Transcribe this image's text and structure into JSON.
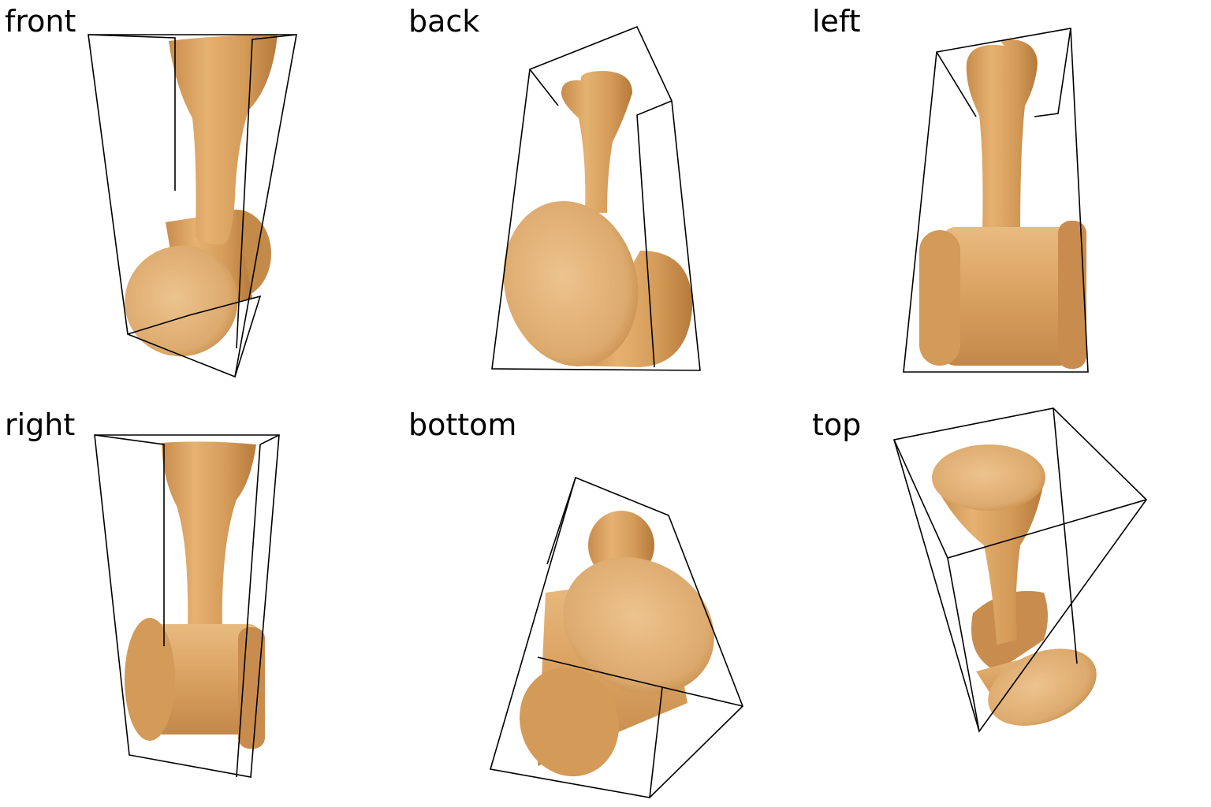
{
  "views": [
    {
      "id": "front",
      "label": "front"
    },
    {
      "id": "back",
      "label": "back"
    },
    {
      "id": "left",
      "label": "left"
    },
    {
      "id": "right",
      "label": "right"
    },
    {
      "id": "bottom",
      "label": "bottom"
    },
    {
      "id": "top",
      "label": "top"
    }
  ],
  "colors": {
    "background": "#ffffff",
    "wood_light": "#e8b777",
    "wood_mid": "#d9a162",
    "wood_dark": "#b8803f",
    "bounding_box_edge": "#000000",
    "label_text": "#000000"
  },
  "object_icon": "wooden-gavel-icon"
}
